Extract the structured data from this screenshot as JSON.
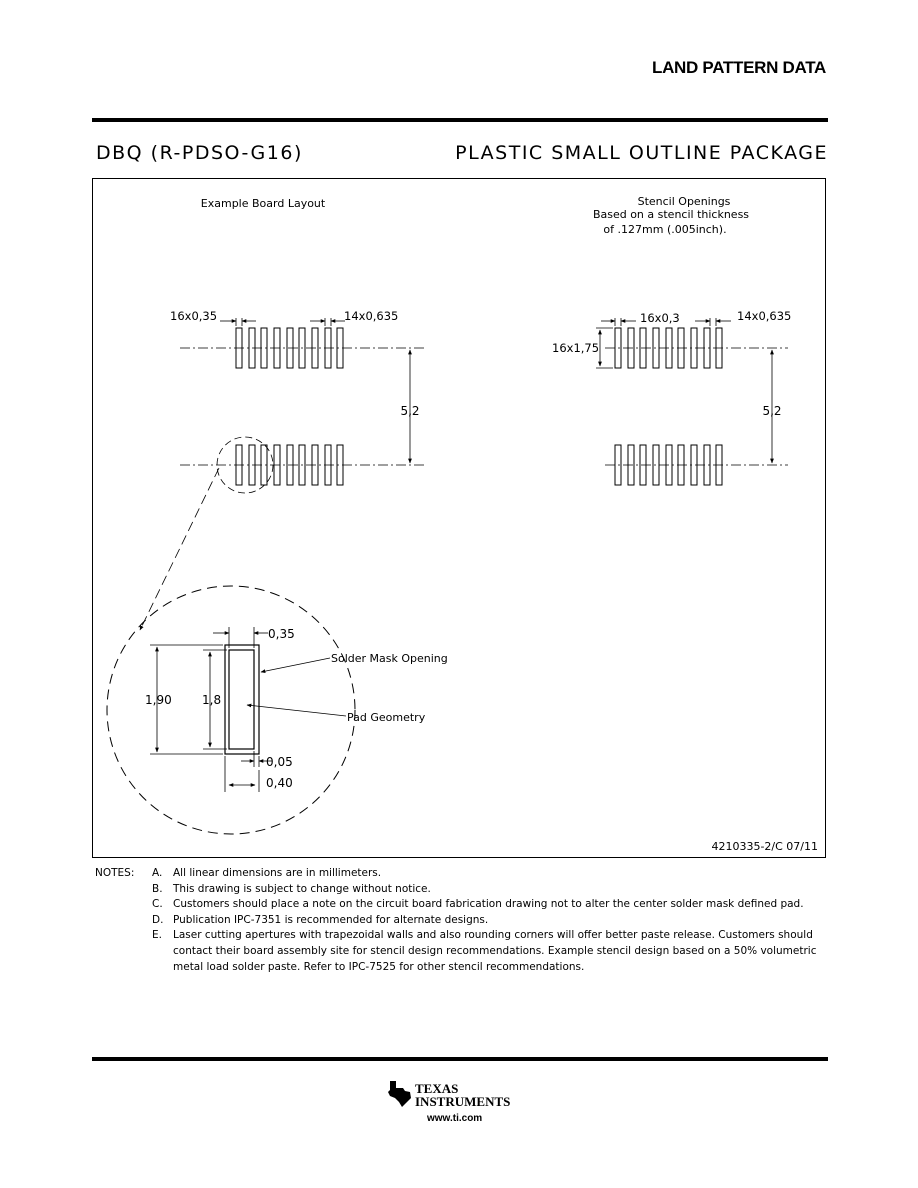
{
  "header": {
    "title": "LAND PATTERN DATA"
  },
  "package": {
    "code": "DBQ (R-PDSO-G16)",
    "description": "PLASTIC SMALL OUTLINE PACKAGE"
  },
  "board_layout": {
    "caption": "Example Board Layout",
    "pad_width_label": "16x0,35",
    "pitch_label": "14x0,635",
    "row_spacing_label": "5,2"
  },
  "stencil": {
    "caption_line1": "Stencil Openings",
    "caption_line2": "Based on a stencil thickness",
    "caption_line3": "of .127mm (.005inch).",
    "opening_width_label": "16x0,3",
    "pitch_label": "14x0,635",
    "opening_length_label": "16x1,75",
    "row_spacing_label": "5,2"
  },
  "detail": {
    "mask_width_label": "0,35",
    "outer_height_label": "1,90",
    "pad_height_label": "1,8",
    "solder_mask_label": "Solder Mask Opening",
    "pad_geometry_label": "Pad Geometry",
    "clearance_label": "0,05",
    "outer_width_label": "0,40"
  },
  "drawing_number": "4210335-2/C 07/11",
  "notes": {
    "label": "NOTES:",
    "items": [
      {
        "letter": "A.",
        "text": "All linear dimensions are in millimeters."
      },
      {
        "letter": "B.",
        "text": "This drawing is subject to change without notice."
      },
      {
        "letter": "C.",
        "text": "Customers should place a note on the circuit board fabrication drawing not to alter the center solder mask defined pad."
      },
      {
        "letter": "D.",
        "text": "Publication IPC-7351 is recommended for alternate designs."
      },
      {
        "letter": "E.",
        "text": "Laser cutting apertures with trapezoidal walls and also rounding corners will offer better paste release.  Customers should contact their board assembly site for stencil design recommendations.  Example stencil design based on a 50% volumetric metal load solder paste.  Refer to IPC-7525 for other stencil recommendations."
      }
    ]
  },
  "footer": {
    "logo_line1": "TEXAS",
    "logo_line2": "INSTRUMENTS",
    "url": "www.ti.com"
  }
}
